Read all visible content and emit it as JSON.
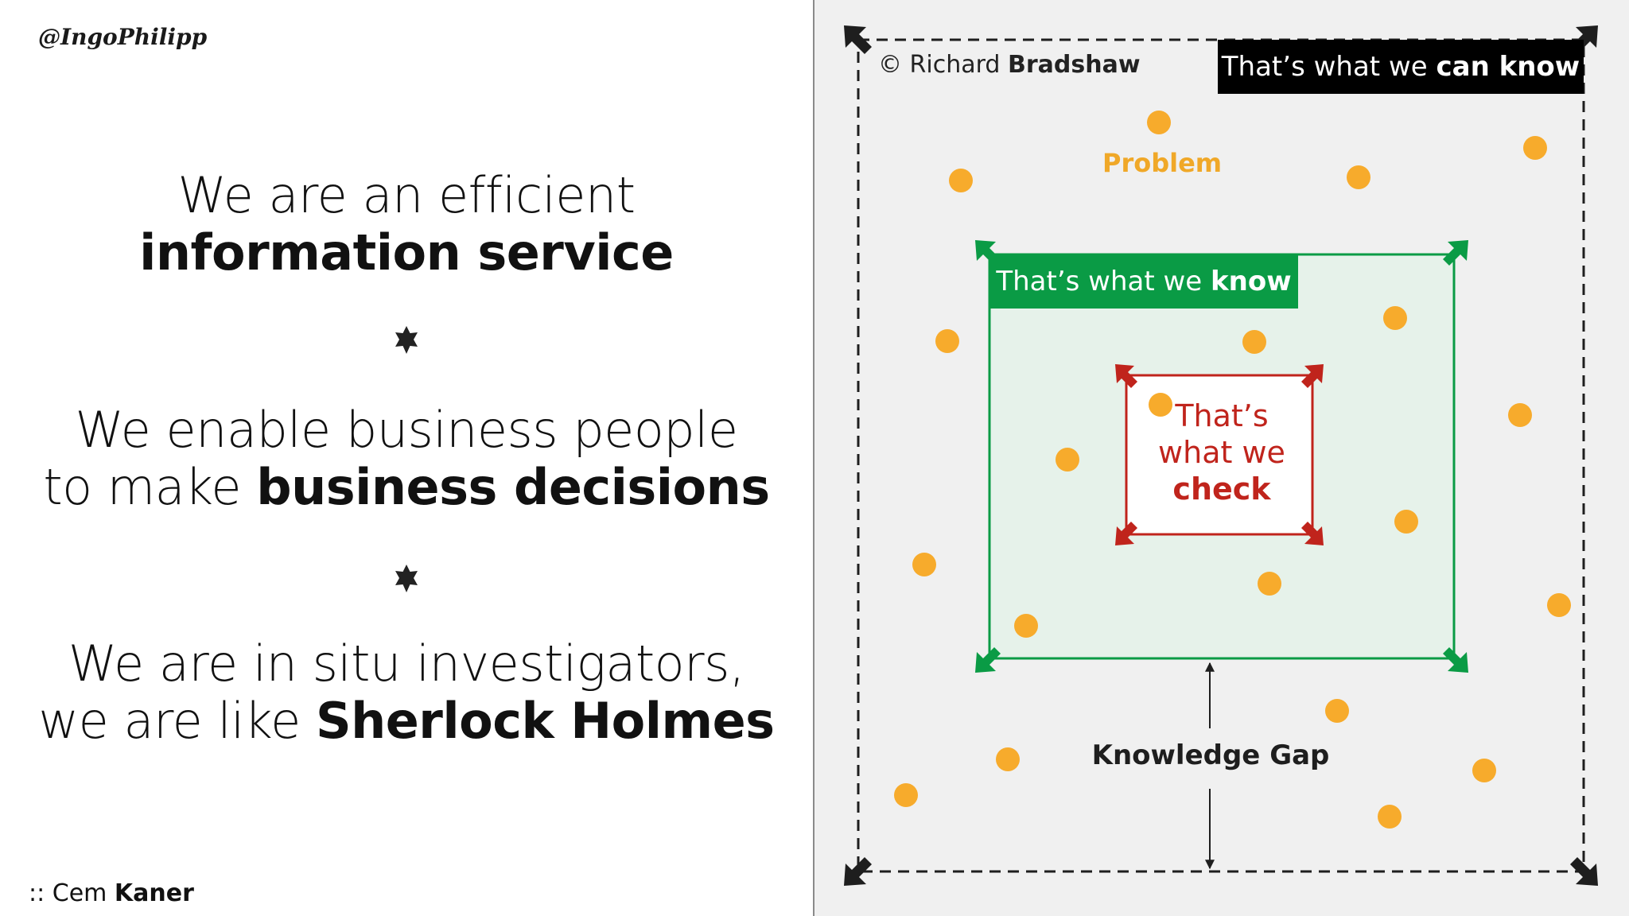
{
  "handle": "@IngoPhilipp",
  "statements": [
    {
      "line1": "We are an efficient",
      "line2_plain": "",
      "line2_bold": "information service"
    },
    {
      "line1": "We enable business people",
      "line2_plain": "to make ",
      "line2_bold": "business decisions"
    },
    {
      "line1": "We are in situ investigators,",
      "line2_plain": "we are like ",
      "line2_bold": "Sherlock Holmes"
    }
  ],
  "credit": {
    "prefix": ":: Cem ",
    "name": "Kaner"
  },
  "diagram": {
    "copyright": {
      "prefix": "© Richard ",
      "name": "Bradshaw"
    },
    "can_know": {
      "plain": "That’s what we ",
      "bold": "can know"
    },
    "know": {
      "plain": "That’s what we ",
      "bold": "know"
    },
    "check": {
      "line1": "That’s",
      "line2": "what we",
      "line3": "check"
    },
    "problem": "Problem",
    "knowledge_gap": "Knowledge Gap",
    "colors": {
      "green": "#0a9b45",
      "red": "#c0241c",
      "dot": "#f7ab2c",
      "dark": "#1e1e1e"
    }
  }
}
